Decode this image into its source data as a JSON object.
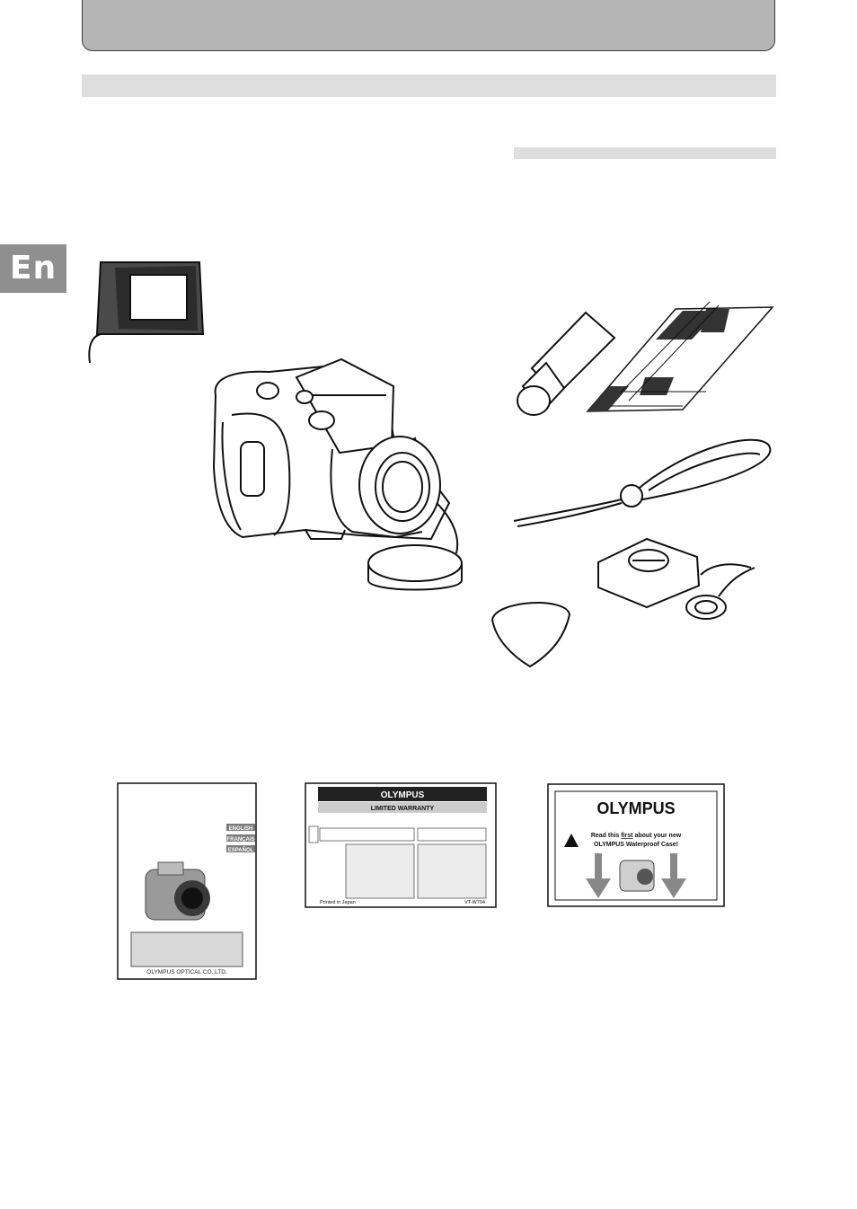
{
  "language_tab": "En",
  "manual_cover": {
    "languages": [
      "ENGLISH",
      "FRANÇAIS",
      "ESPAÑOL"
    ],
    "publisher": "OLYMPUS OPTICAL CO.,LTD."
  },
  "warranty_card": {
    "brand": "OLYMPUS",
    "title": "LIMITED WARRANTY",
    "footer_left": "Printed in Japan",
    "footer_right": "VT-W704"
  },
  "read_first_card": {
    "brand": "OLYMPUS",
    "line1_pre": "Read this ",
    "line1_emph": "first",
    "line1_post": " about your new",
    "line2": "OLYMPUS Waterproof Case!"
  }
}
